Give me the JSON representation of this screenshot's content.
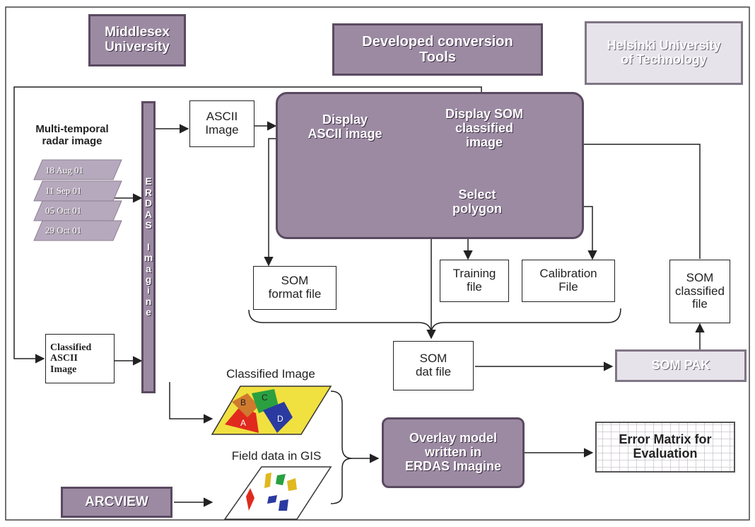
{
  "colors": {
    "purple": "#9c8aa3",
    "pale": "#e7e3ea",
    "line": "#222222"
  },
  "header": {
    "middlesex": "Middlesex\nUniversity",
    "developed": "Developed conversion\nTools",
    "helsinki": "Helsinki University\nof Technology"
  },
  "input": {
    "title": "Multi-temporal\nradar image",
    "dates": [
      "18 Aug 01",
      "11 Sep 01",
      "05 Oct 01",
      "29 Oct 01"
    ]
  },
  "erdas_bar": "E\nR\nD\nA\nS\n\nI\nm\na\ng\ni\nn\ne",
  "ascii_image": "ASCII\nImage",
  "tool": {
    "display_ascii": "Display\nASCII image",
    "display_som": "Display SOM\nclassified\nimage",
    "select_polygon": "Select\npolygon"
  },
  "files": {
    "som_format": "SOM\nformat file",
    "training": "Training\nfile",
    "calibration": "Calibration\nFile",
    "som_classified": "SOM\nclassified\nfile",
    "som_dat": "SOM\ndat file"
  },
  "som_pak": "SOM PAK",
  "classified_ascii": "Classified\nASCII\nImage",
  "classified_image_label": "Classified Image",
  "field_data_label": "Field data in GIS",
  "map_letters": [
    "B",
    "C",
    "A",
    "D"
  ],
  "overlay": "Overlay model\nwritten in\nERDAS Imagine",
  "error_matrix": "Error Matrix for\nEvaluation",
  "arcview": "ARCVIEW"
}
